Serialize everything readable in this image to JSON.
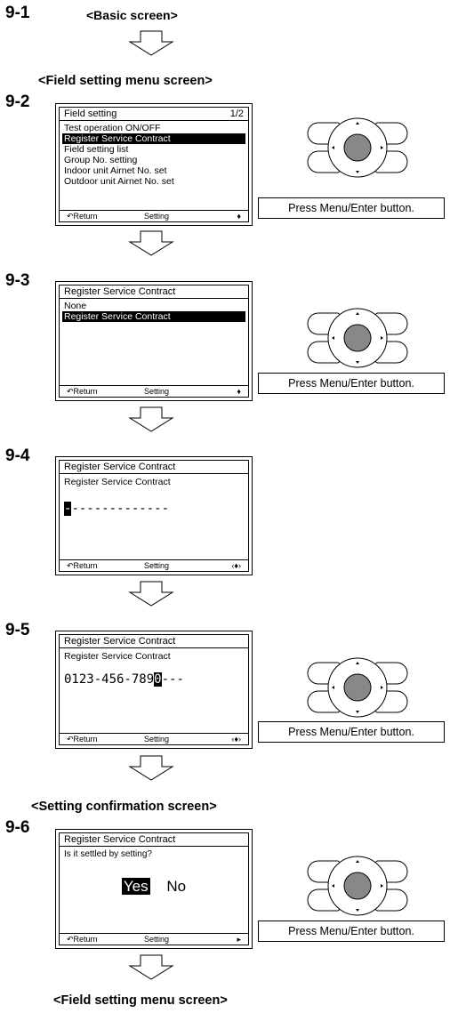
{
  "steps": {
    "s1": "9-1",
    "s2": "9-2",
    "s3": "9-3",
    "s4": "9-4",
    "s5": "9-5",
    "s6": "9-6"
  },
  "headings": {
    "basic": "<Basic screen>",
    "field_menu": "<Field setting menu screen>",
    "confirm": "<Setting confirmation screen>",
    "field_menu_end": "<Field setting menu screen>"
  },
  "screen_field": {
    "title": "Field setting",
    "page": "1/2",
    "items": [
      "Test operation ON/OFF",
      "Register Service Contract",
      "Field setting list",
      "Group No. setting",
      "Indoor unit Airnet No. set",
      "Outdoor unit Airnet No. set"
    ],
    "selected_index": 1
  },
  "screen_select": {
    "title": "Register Service Contract",
    "items": [
      "None",
      "Register Service Contract"
    ],
    "selected_index": 1
  },
  "screen_input_empty": {
    "title": "Register Service Contract",
    "label": "Register Service Contract",
    "cursor_char": "-",
    "dashes": "-------------"
  },
  "screen_input_filled": {
    "title": "Register Service Contract",
    "label": "Register Service Contract",
    "value": "0123-456-789",
    "cursor_char": "0",
    "dashes": "---"
  },
  "screen_confirm": {
    "title": "Register Service Contract",
    "question": "Is it settled by setting?",
    "yes": "Yes",
    "no": "No"
  },
  "footer": {
    "return": "Return",
    "setting": "Setting",
    "nav_updown": "♦",
    "nav_all": "‹♦›",
    "nav_right": "▸"
  },
  "press_label": "Press Menu/Enter button."
}
